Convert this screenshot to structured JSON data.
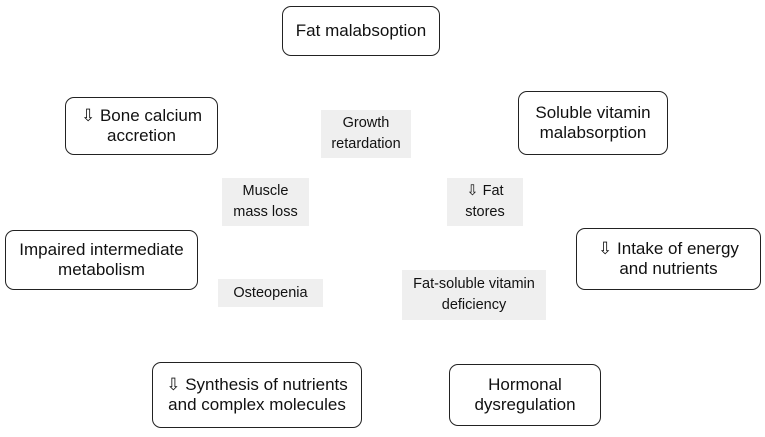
{
  "outer_boxes": {
    "fat_malabsorption": "Fat malabsoption",
    "bone_calcium": "⇩ Bone calcium\naccretion",
    "soluble_vitamin": "Soluble vitamin\nmalabsorption",
    "impaired_metabolism": "Impaired intermediate\nmetabolism",
    "intake_energy": "⇩ Intake of energy\nand nutrients",
    "synthesis_nutrients": "⇩ Synthesis of nutrients\nand complex molecules",
    "hormonal": "Hormonal\ndysregulation"
  },
  "inner_labels": {
    "growth": "Growth\nretardation",
    "muscle": "Muscle\nmass loss",
    "fat_stores": "⇩ Fat\nstores",
    "osteopenia": "Osteopenia",
    "vitamin_deficiency": "Fat-soluble vitamin\ndeficiency"
  },
  "colors": {
    "box_border": "#222222",
    "label_background": "#efefef"
  }
}
